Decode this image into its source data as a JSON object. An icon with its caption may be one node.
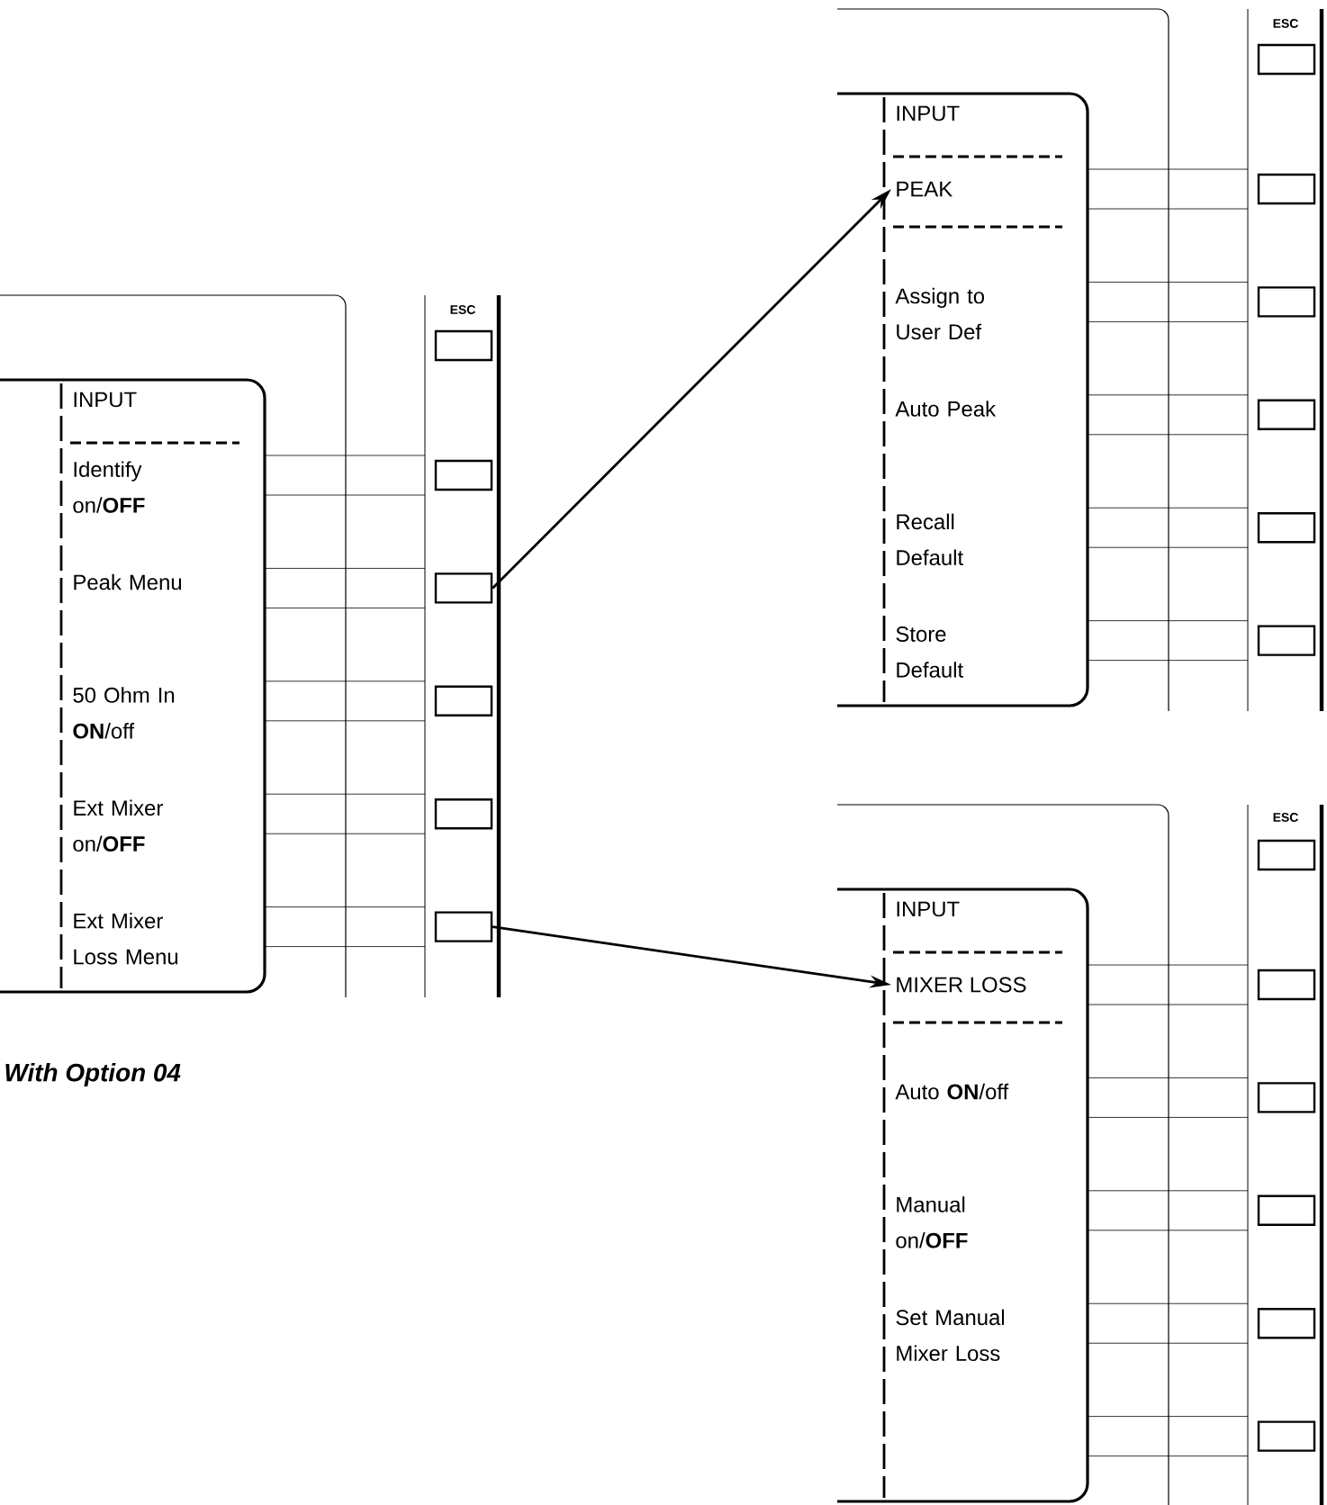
{
  "diagram": {
    "nodes": [
      {
        "text": [
          "INPUT",
          "Identify on/**OFF**",
          "Peak Menu",
          "50 Ohm In **ON**/off",
          "Ext Mixer on/**OFF**",
          "Ext Mixer Loss Menu"
        ]
      },
      {
        "text": [],
        "shape": "box"
      },
      {
        "text": [],
        "shape": "box"
      },
      {
        "text": [
          "INPUT",
          "Assign to User Def",
          "Auto Peak",
          "Recall Default",
          "Store Default"
        ]
      },
      {
        "text": [
          "PEAK"
        ],
        "in": 3
      },
      {
        "text": [
          "INPUT",
          "Auto **ON**/off",
          "Manual on/**OFF**",
          "Set Manual Mixer Loss"
        ]
      },
      {
        "text": [
          "MIXER LOSS"
        ],
        "in": 5
      }
    ],
    "edges": [
      {
        "from": 1,
        "to": 4,
        "arrow": "to"
      },
      {
        "from": 2,
        "to": 6,
        "arrow": "to"
      }
    ],
    "labels": [
      "ESC",
      "ESC",
      "ESC",
      "With Option 04"
    ]
  }
}
